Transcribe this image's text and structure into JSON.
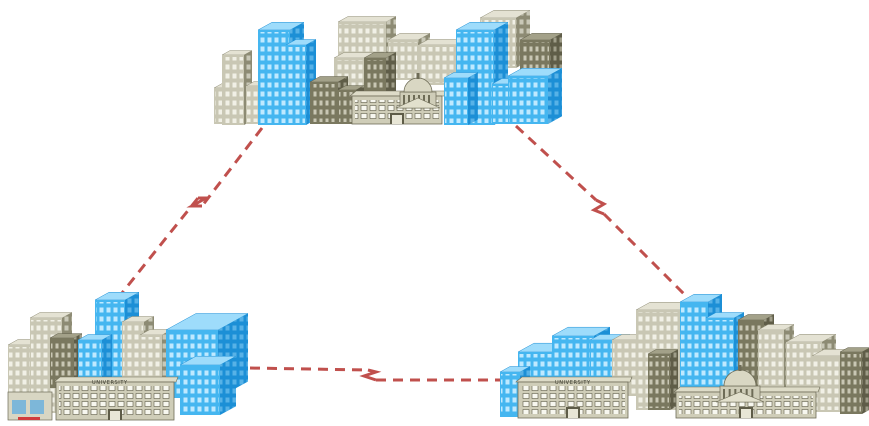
{
  "diagram": {
    "type": "network-wan-triangle",
    "nodes": [
      {
        "id": "top-city",
        "kind": "city",
        "has_university_sign": false,
        "has_domed_building": true
      },
      {
        "id": "bottom-left-campus",
        "kind": "campus",
        "has_university_sign": true,
        "has_domed_building": false
      },
      {
        "id": "bottom-right-campus",
        "kind": "campus",
        "has_university_sign": true,
        "has_domed_building": true
      }
    ],
    "links": [
      {
        "from": "top-city",
        "to": "bottom-left-campus",
        "style": "dashed-wan"
      },
      {
        "from": "top-city",
        "to": "bottom-right-campus",
        "style": "dashed-wan"
      },
      {
        "from": "bottom-left-campus",
        "to": "bottom-right-campus",
        "style": "dashed-wan"
      }
    ],
    "colors": {
      "link": "#c0504d",
      "blue_building_front": "#45b6f0",
      "blue_building_side": "#1c8fd6",
      "blue_building_top": "#9edcfb",
      "stone_building_front": "#c9c7b4",
      "stone_building_side": "#8d8b74",
      "stone_building_top": "#e4e2d3",
      "dark_stone": "#7a785f",
      "window": "#f4f4ec"
    },
    "labels": {
      "university_sign_left": "UNIVERSITY",
      "university_sign_right": "UNIVERSITY"
    }
  }
}
